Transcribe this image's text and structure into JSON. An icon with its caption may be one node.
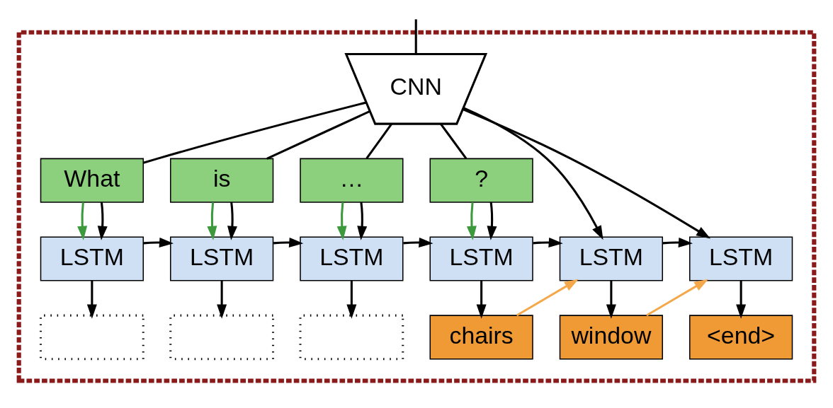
{
  "diagram": {
    "nodes": [
      {
        "text": [],
        "shape": "box"
      },
      {
        "text": [
          "CNN"
        ],
        "in": 0
      },
      {
        "text": [
          "What"
        ],
        "in": 0
      },
      {
        "text": [
          "is"
        ],
        "in": 0
      },
      {
        "text": [
          "…"
        ],
        "in": 0
      },
      {
        "text": [
          "?"
        ],
        "in": 0
      },
      {
        "text": [
          "LSTM"
        ],
        "in": 0
      },
      {
        "text": [
          "LSTM"
        ],
        "in": 0
      },
      {
        "text": [
          "LSTM"
        ],
        "in": 0
      },
      {
        "text": [
          "LSTM"
        ],
        "in": 0
      },
      {
        "text": [
          "LSTM"
        ],
        "in": 0
      },
      {
        "text": [
          "LSTM"
        ],
        "in": 0
      },
      {
        "text": [],
        "shape": "box",
        "in": 0
      },
      {
        "text": [],
        "shape": "box",
        "in": 0
      },
      {
        "text": [],
        "shape": "box",
        "in": 0
      },
      {
        "text": [
          "chairs"
        ],
        "in": 0
      },
      {
        "text": [
          "window"
        ],
        "in": 0
      },
      {
        "text": [
          "<end>"
        ],
        "in": 0
      }
    ],
    "edges": [
      {
        "from": null,
        "to": 1,
        "arrow": "none"
      },
      {
        "from": 1,
        "to": 2,
        "arrow": "none"
      },
      {
        "from": 1,
        "to": 3,
        "arrow": "none"
      },
      {
        "from": 1,
        "to": 4,
        "arrow": "none"
      },
      {
        "from": 1,
        "to": 5,
        "arrow": "none"
      },
      {
        "from": 1,
        "to": 10,
        "arrow": "to"
      },
      {
        "from": 1,
        "to": 11,
        "arrow": "to"
      },
      {
        "from": 2,
        "to": 6,
        "arrow": "to",
        "color": "#3c9a3c"
      },
      {
        "from": 2,
        "to": 6,
        "arrow": "to"
      },
      {
        "from": 3,
        "to": 7,
        "arrow": "to",
        "color": "#3c9a3c"
      },
      {
        "from": 3,
        "to": 7,
        "arrow": "to"
      },
      {
        "from": 4,
        "to": 8,
        "arrow": "to",
        "color": "#3c9a3c"
      },
      {
        "from": 4,
        "to": 8,
        "arrow": "to"
      },
      {
        "from": 5,
        "to": 9,
        "arrow": "to",
        "color": "#3c9a3c"
      },
      {
        "from": 5,
        "to": 9,
        "arrow": "to"
      },
      {
        "from": 6,
        "to": 7,
        "arrow": "to"
      },
      {
        "from": 7,
        "to": 8,
        "arrow": "to"
      },
      {
        "from": 8,
        "to": 9,
        "arrow": "to"
      },
      {
        "from": 9,
        "to": 10,
        "arrow": "to"
      },
      {
        "from": 10,
        "to": 11,
        "arrow": "to"
      },
      {
        "from": 6,
        "to": 12,
        "arrow": "to"
      },
      {
        "from": 7,
        "to": 13,
        "arrow": "to"
      },
      {
        "from": 8,
        "to": 14,
        "arrow": "to"
      },
      {
        "from": 9,
        "to": 15,
        "arrow": "to"
      },
      {
        "from": 10,
        "to": 16,
        "arrow": "to"
      },
      {
        "from": 11,
        "to": 17,
        "arrow": "to"
      },
      {
        "from": 15,
        "to": 10,
        "arrow": "to",
        "color": "#f5a84a"
      },
      {
        "from": 16,
        "to": 11,
        "arrow": "to",
        "color": "#f5a84a"
      }
    ]
  }
}
